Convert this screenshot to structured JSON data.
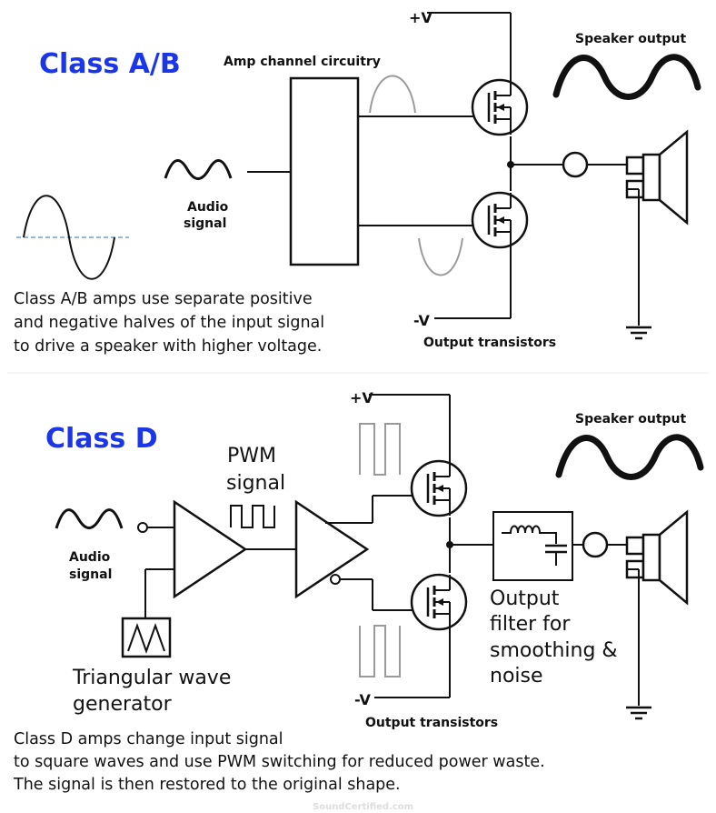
{
  "class_ab": {
    "title": "Class A/B",
    "amp_label": "Amp channel circuitry",
    "audio_label_1": "Audio",
    "audio_label_2": "signal",
    "plus_v": "+V",
    "minus_v": "-V",
    "speaker_label": "Speaker output",
    "transistors_label": "Output transistors",
    "description": [
      "Class A/B amps use separate positive",
      "and negative halves of the input signal",
      "to drive a speaker with higher voltage."
    ]
  },
  "class_d": {
    "title": "Class D",
    "pwm_label_1": "PWM",
    "pwm_label_2": "signal",
    "audio_label_1": "Audio",
    "audio_label_2": "signal",
    "plus_v": "+V",
    "minus_v": "-V",
    "speaker_label": "Speaker output",
    "transistors_label": "Output transistors",
    "generator_label_1": "Triangular wave",
    "generator_label_2": "generator",
    "filter_label": [
      "Output",
      "filter for",
      "smoothing &",
      "noise"
    ],
    "description": [
      "Class D amps change input signal",
      "to square waves and use PWM switching for reduced power waste.",
      "The signal is then restored to the original shape."
    ]
  },
  "watermark": "SoundCertified.com",
  "colors": {
    "title": "#1a36e8",
    "line": "#111111",
    "ghost": "#9a9a9a",
    "dashed": "#9db3d8"
  }
}
